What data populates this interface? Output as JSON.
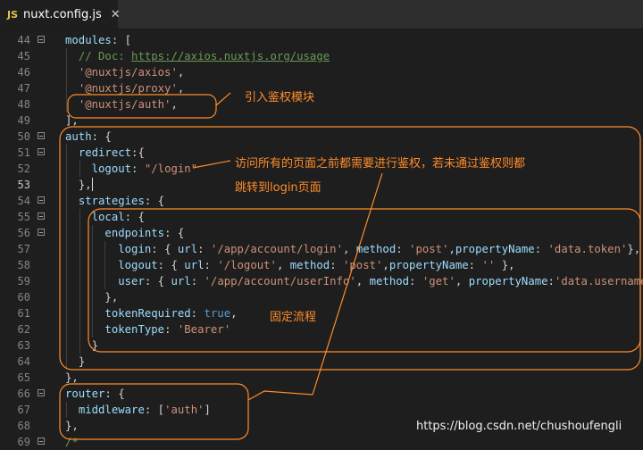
{
  "tab": {
    "badge": "JS",
    "filename": "nuxt.config.js",
    "close": "✕"
  },
  "lines": [
    {
      "n": "44",
      "fold": true,
      "html": "<span class='k'>modules</span><span class='p'>: [</span>"
    },
    {
      "n": "45",
      "fold": false,
      "html": "  <span class='c'>// Doc: </span><span class='u'>https://axios.nuxtjs.org/usage</span>"
    },
    {
      "n": "46",
      "fold": false,
      "html": "  <span class='s'>'@nuxtjs/axios'</span><span class='p'>,</span>"
    },
    {
      "n": "47",
      "fold": false,
      "html": "  <span class='s'>'@nuxtjs/proxy'</span><span class='p'>,</span>"
    },
    {
      "n": "48",
      "fold": false,
      "html": "  <span class='s'>'@nuxtjs/auth'</span><span class='p'>,</span>"
    },
    {
      "n": "49",
      "fold": false,
      "html": "<span class='p'>],</span>"
    },
    {
      "n": "50",
      "fold": true,
      "html": "<span class='k'>auth</span><span class='p'>: {</span>"
    },
    {
      "n": "51",
      "fold": true,
      "html": "  <span class='k'>redirect</span><span class='p'>:{</span>"
    },
    {
      "n": "52",
      "fold": false,
      "html": "    <span class='k'>logout</span><span class='p'>: </span><span class='s'>\"/login\"</span>"
    },
    {
      "n": "53",
      "fold": false,
      "active": true,
      "html": "  <span class='p'>},</span><span class='cursor'></span>"
    },
    {
      "n": "54",
      "fold": true,
      "html": "  <span class='k'>strategies</span><span class='p'>: {</span>"
    },
    {
      "n": "55",
      "fold": true,
      "html": "    <span class='k'>local</span><span class='p'>: {</span>"
    },
    {
      "n": "56",
      "fold": true,
      "html": "      <span class='k'>endpoints</span><span class='p'>: {</span>"
    },
    {
      "n": "57",
      "fold": false,
      "html": "        <span class='k'>login</span><span class='p'>: { </span><span class='k'>url</span><span class='p'>: </span><span class='s'>'/app/account/login'</span><span class='p'>, </span><span class='k'>method</span><span class='p'>: </span><span class='s'>'post'</span><span class='p'>,</span><span class='k'>propertyName</span><span class='p'>: </span><span class='s'>'data.token'</span><span class='p'>},</span>"
    },
    {
      "n": "58",
      "fold": false,
      "html": "        <span class='k'>logout</span><span class='p'>: { </span><span class='k'>url</span><span class='p'>: </span><span class='s'>'/logout'</span><span class='p'>, </span><span class='k'>method</span><span class='p'>: </span><span class='s'>'post'</span><span class='p'>,</span><span class='k'>propertyName</span><span class='p'>: </span><span class='s'>''</span><span class='p'> },</span>"
    },
    {
      "n": "59",
      "fold": false,
      "html": "        <span class='k'>user</span><span class='p'>: { </span><span class='k'>url</span><span class='p'>: </span><span class='s'>'/app/account/userInfo'</span><span class='p'>, </span><span class='k'>method</span><span class='p'>: </span><span class='s'>'get'</span><span class='p'>, </span><span class='k'>propertyName</span><span class='p'>:</span><span class='s'>'data.username'</span><span class='p'>}</span>"
    },
    {
      "n": "60",
      "fold": false,
      "html": "      <span class='p'>},</span>"
    },
    {
      "n": "61",
      "fold": false,
      "html": "      <span class='k'>tokenRequired</span><span class='p'>: </span><span class='b'>true</span><span class='p'>,</span>"
    },
    {
      "n": "62",
      "fold": false,
      "html": "      <span class='k'>tokenType</span><span class='p'>: </span><span class='s'>'Bearer'</span>"
    },
    {
      "n": "63",
      "fold": false,
      "html": "    <span class='p'>}</span>"
    },
    {
      "n": "64",
      "fold": false,
      "html": "  <span class='p'>}</span>"
    },
    {
      "n": "65",
      "fold": false,
      "html": "<span class='p'>},</span>"
    },
    {
      "n": "66",
      "fold": true,
      "html": "<span class='k'>router</span><span class='p'>: {</span>"
    },
    {
      "n": "67",
      "fold": false,
      "html": "  <span class='k'>middleware</span><span class='p'>: [</span><span class='s'>'auth'</span><span class='p'>]</span>"
    },
    {
      "n": "68",
      "fold": false,
      "html": "<span class='p'>},</span>"
    },
    {
      "n": "69",
      "fold": true,
      "html": "<span class='c'>/*</span>"
    }
  ],
  "annotations": {
    "modules_note": "引入鉴权模块",
    "redirect_note_line1": "访问所有的页面之前都需要进行鉴权，若未通过鉴权则都",
    "redirect_note_line2": "跳转到login页面",
    "strategy_note": "固定流程"
  },
  "watermark": "https://blog.csdn.net/chushoufengli",
  "colors": {
    "annotation": "#ff8c2a",
    "background": "#1e1e1e",
    "key": "#9cdcfe",
    "string": "#ce9178",
    "comment": "#6a9955"
  }
}
